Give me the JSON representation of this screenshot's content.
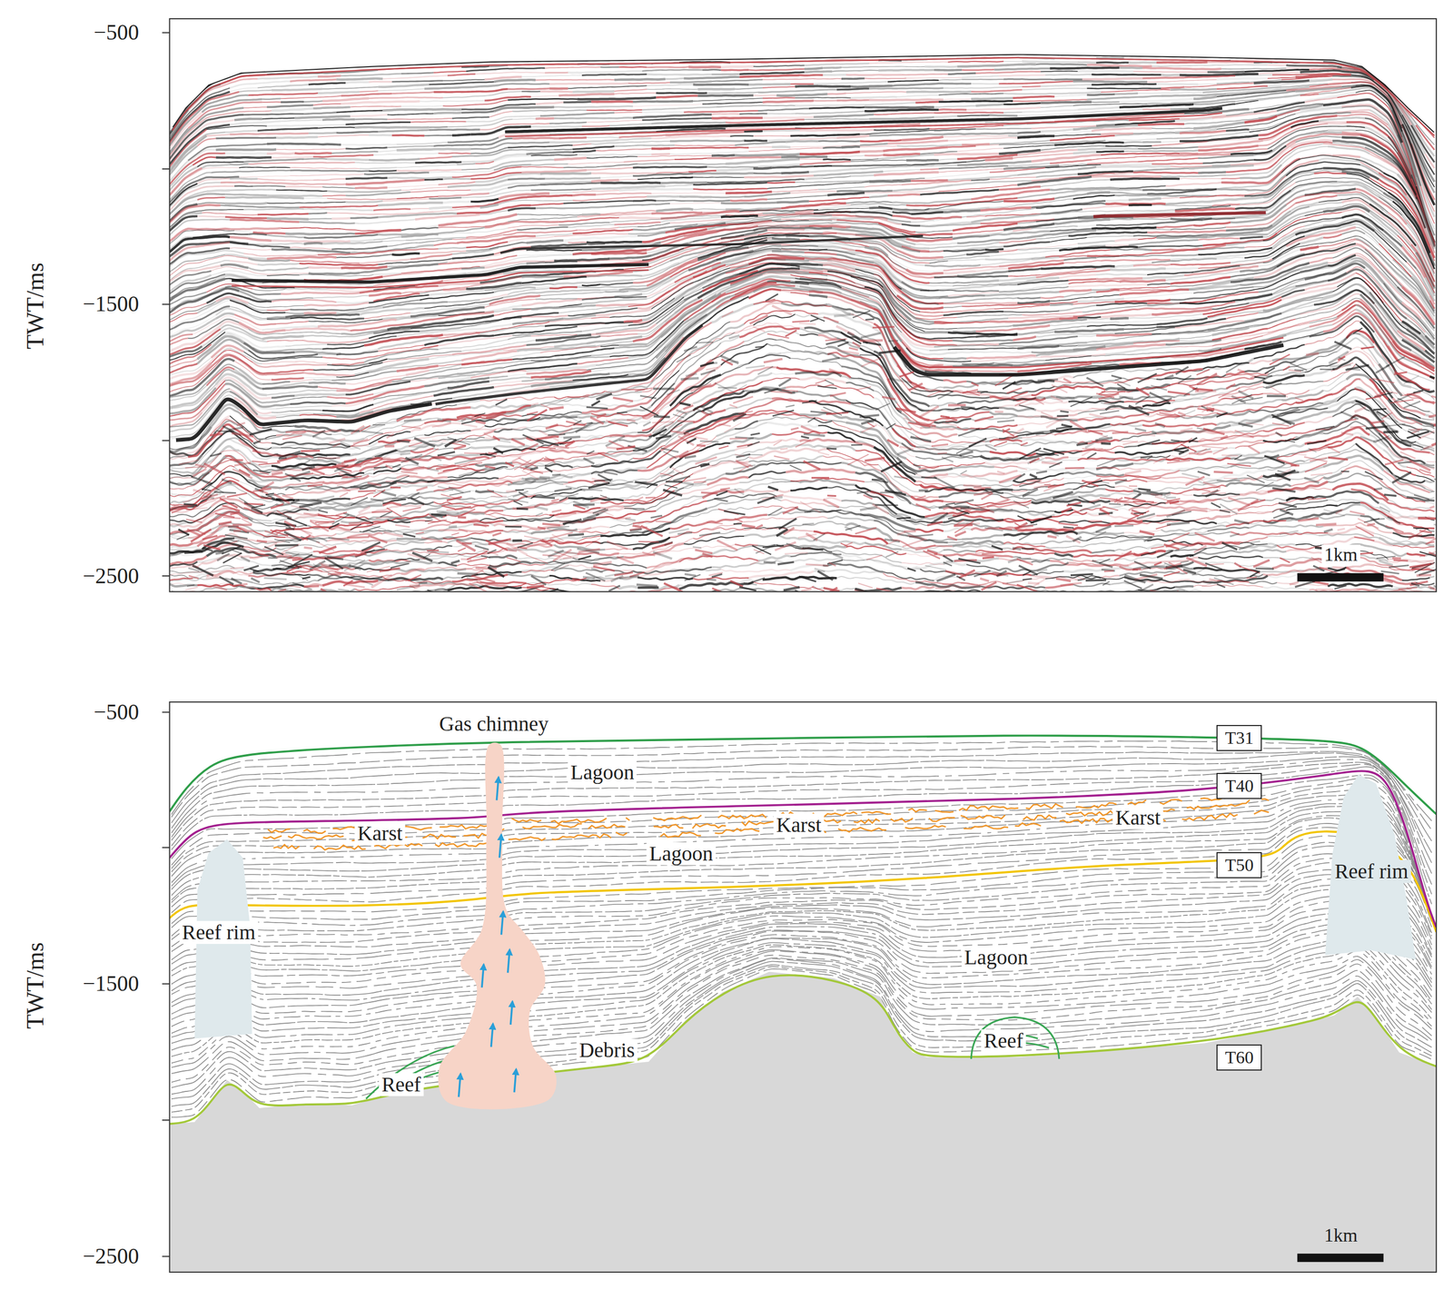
{
  "diagram": {
    "nodes": [
      {
        "text": [
          "T31"
        ]
      },
      {
        "text": [
          "T40"
        ]
      },
      {
        "text": [
          "T50"
        ]
      },
      {
        "text": [
          "T60"
        ]
      }
    ],
    "labels": [
      "−500",
      "−1500",
      "−2500",
      "TWT/ms",
      "1km",
      "Gas chimney",
      "Lagoon",
      "Karst",
      "Karst",
      "Lagoon",
      "Karst",
      "Reef rim",
      "Reef rim",
      "Lagoon",
      "Reef",
      "Debris",
      "Reef",
      "−500",
      "−1500",
      "−2500",
      "TWT/ms",
      "1km"
    ]
  }
}
